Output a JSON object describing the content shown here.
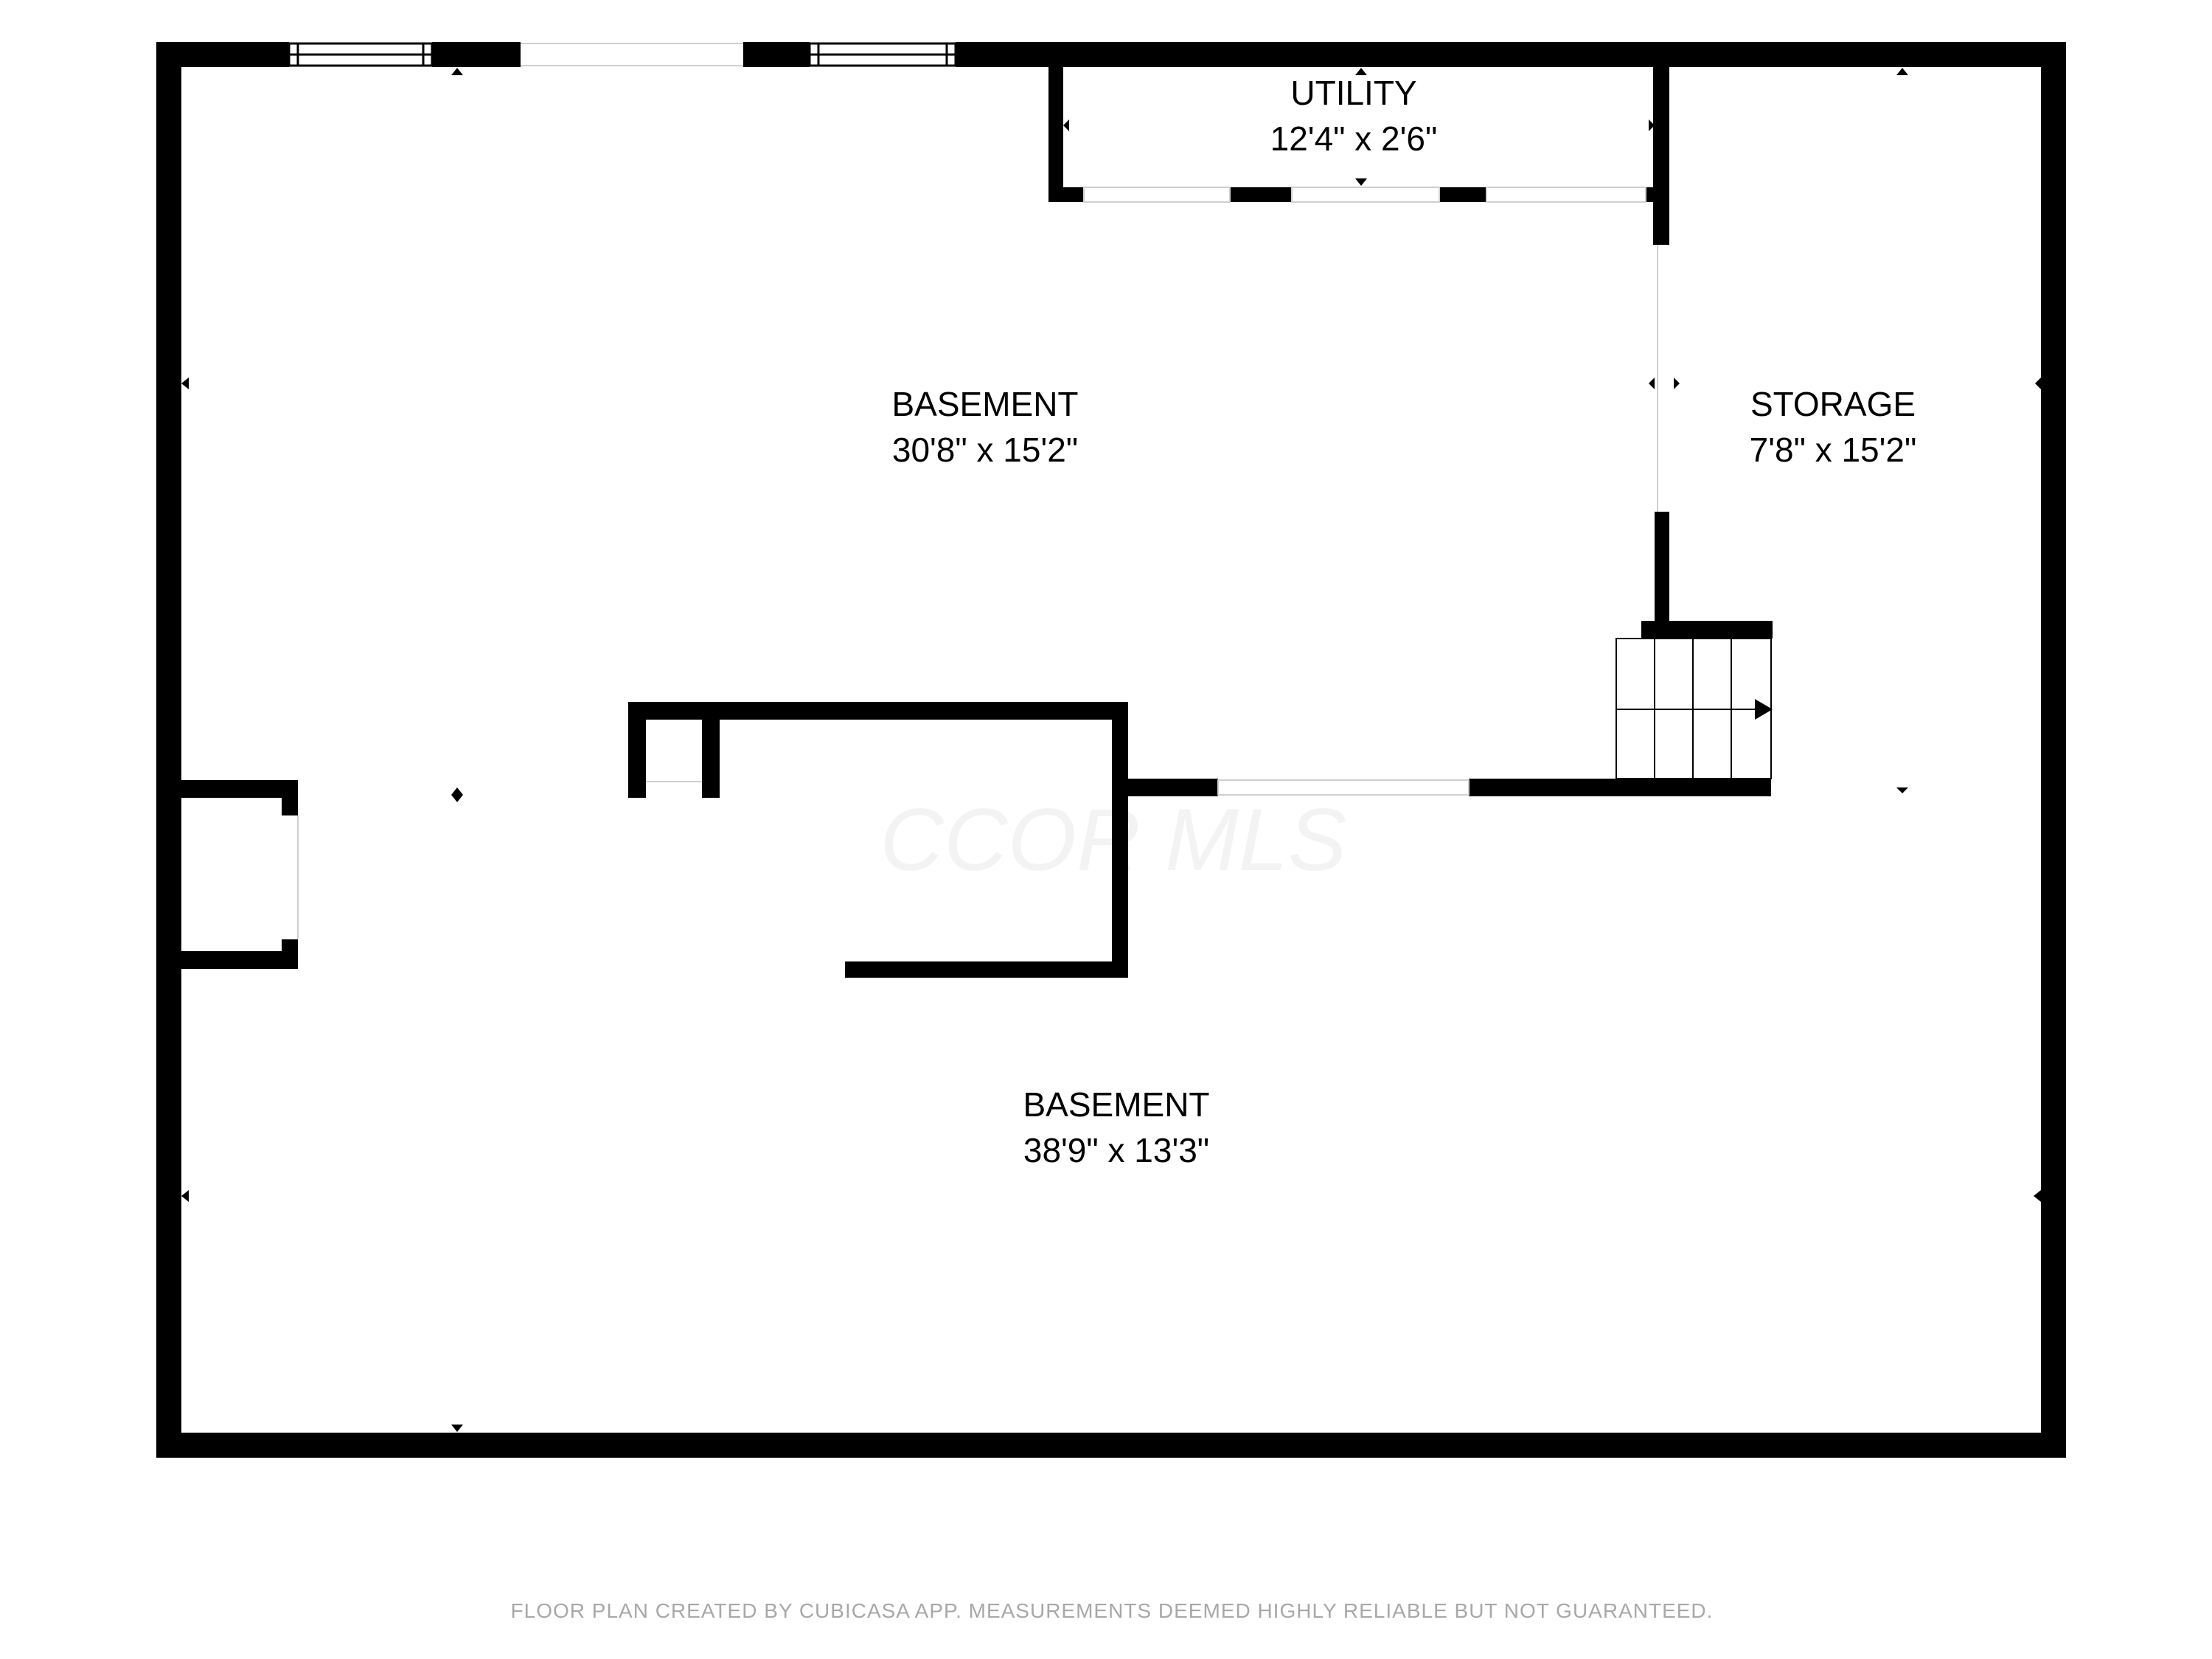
{
  "rooms": {
    "utility": {
      "name": "UTILITY",
      "size": "12'4\" x 2'6\""
    },
    "basement_upper": {
      "name": "BASEMENT",
      "size": "30'8\" x 15'2\""
    },
    "storage": {
      "name": "STORAGE",
      "size": "7'8\" x 15'2\""
    },
    "basement_lower": {
      "name": "BASEMENT",
      "size": "38'9\" x 13'3\""
    }
  },
  "watermark": "CCOR MLS",
  "disclaimer": "FLOOR PLAN CREATED BY CUBICASA APP. MEASUREMENTS DEEMED HIGHLY RELIABLE BUT NOT GUARANTEED.",
  "colors": {
    "wall": "#000000",
    "background": "#ffffff",
    "watermark": "#f3f3f3",
    "disclaimer": "#a8a8a8"
  }
}
